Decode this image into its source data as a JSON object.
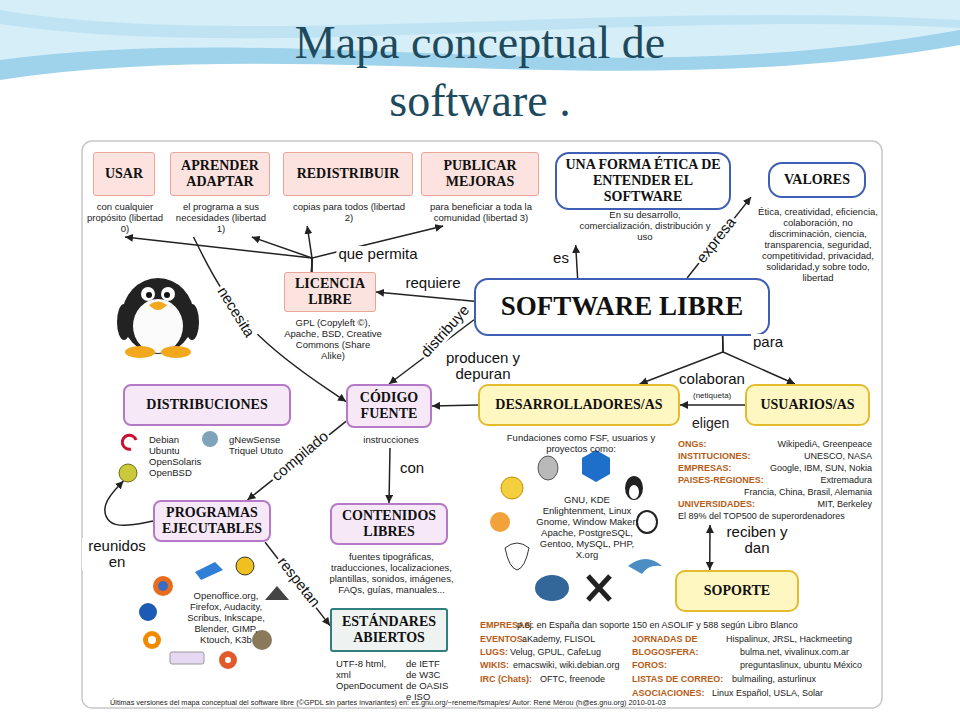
{
  "diagram": {
    "title": "Mapa conceptual de software .",
    "nodes": [
      {
        "text": [
          "USAR",
          "con cualquier propósito (libertad 0)"
        ]
      },
      {
        "text": [
          "APRENDER ADAPTAR",
          "el programa a sus necesidades (libertad 1)"
        ]
      },
      {
        "text": [
          "REDISTRIBUIR",
          "copias para todos (libertad 2)"
        ]
      },
      {
        "text": [
          "PUBLICAR MEJORAS",
          "para beneficiar a toda la comunidad (libertad 3)"
        ]
      },
      {
        "text": [
          "UNA FORMA ÉTICA DE ENTENDER EL SOFTWARE",
          "En su desarrollo, comercialización, distribución y uso"
        ]
      },
      {
        "text": [
          "VALORES",
          "Ética, creatividad, eficiencia, colaboración, no discriminación, ciencia, transparencia, seguridad, competitividad, privacidad, solidaridad,y sobre todo, libertad"
        ]
      },
      {
        "text": [
          "LICENCIA LIBRE",
          "GPL (Copyleft ©), Apache, BSD, Creative Commons (Share Alike)"
        ]
      },
      {
        "text": [
          "SOFTWARE LIBRE"
        ]
      },
      {
        "text": [
          "DISTRIBUCIONES",
          "Debian Ubuntu OpenSolaris OpenBSD",
          "gNewSense Triquel Ututo"
        ]
      },
      {
        "text": [
          "CÓDIGO FUENTE",
          "instrucciones"
        ]
      },
      {
        "text": [
          "DESARROLLADORES/AS",
          "Fundaciones como FSF, usuarios y proyectos como:",
          "GNU, KDE Enlightenment, Linux Gnome, Window Maker, Apache, PostgreSQL, Gentoo, MySQL, PHP, X.org"
        ]
      },
      {
        "text": [
          "USUARIOS/AS",
          "ONGs:",
          "WikipediA, Greenpeace",
          "INSTITUCIONES:",
          "UNESCO, NASA",
          "EMPRESAS:",
          "Google, IBM, SUN, Nokia",
          "PAISES-REGIONES:",
          "Extremadura",
          "Francia, China, Brasil, Alemania",
          "UNIVERSIDADES:",
          "MIT, Berkeley",
          "El 89% del TOP500 de superordenadores"
        ]
      },
      {
        "text": [
          "PROGRAMAS EJECUTABLES",
          "Openoffice.org, Firefox, Audacity, Scribus, Inkscape, Blender, GIMP, Ktouch, K3b"
        ]
      },
      {
        "text": [
          "CONTENIDOS LIBRES",
          "fuentes tipográficas, traducciones, localizaciones, plantillas, sonidos, imágenes, FAQs, guías, manuales..."
        ]
      },
      {
        "text": [
          "SOPORTE"
        ]
      },
      {
        "text": [
          "ESTÁNDARES ABIERTOS",
          "UTF-8 html, xml OpenDocument",
          "de IETF de W3C de OASIS e ISO"
        ]
      }
    ],
    "edges": [
      {
        "from": 7,
        "to": 4,
        "label": "es",
        "arrow": "to"
      },
      {
        "from": 7,
        "to": 5,
        "label": "expresa",
        "arrow": "to"
      },
      {
        "from": 7,
        "to": 6,
        "label": "requiere",
        "arrow": "to"
      },
      {
        "from": 6,
        "to": 0,
        "arrow": "to"
      },
      {
        "from": 6,
        "to": 1,
        "arrow": "to"
      },
      {
        "from": 6,
        "to": 2,
        "arrow": "to"
      },
      {
        "from": 6,
        "to": 3,
        "label": "que permita",
        "arrow": "to"
      },
      {
        "from": 7,
        "to": 9,
        "label": "distribuye",
        "arrow": "to"
      },
      {
        "from": 1,
        "to": 9,
        "label": "necesita",
        "arrow": "to"
      },
      {
        "from": 10,
        "to": 9,
        "label": "producen y depuran",
        "arrow": "to"
      },
      {
        "from": 7,
        "to": 10,
        "arrow": "to"
      },
      {
        "from": 7,
        "to": 11,
        "label": "para",
        "arrow": "to"
      },
      {
        "from": 11,
        "to": 10,
        "label": "colaboran",
        "arrow": "to"
      },
      {
        "from": 9,
        "to": 12,
        "label": "compilado",
        "arrow": "to"
      },
      {
        "from": 9,
        "to": 13,
        "label": "con",
        "arrow": "to"
      },
      {
        "from": 12,
        "to": 15,
        "label": "respetan",
        "arrow": "to"
      },
      {
        "from": 12,
        "to": 8,
        "label": "reunidos en",
        "arrow": "to"
      },
      {
        "from": 11,
        "to": 14,
        "label": "reciben y dan",
        "arrow": "both"
      }
    ],
    "labels": [
      "(netiqueta)",
      "eligen",
      "EMPRESAS:",
      "p.ej. en España dan soporte 150 en ASOLIF y 588 según Libro Blanco",
      "EVENTOS:",
      "aKademy, FLISOL",
      "JORNADAS DE",
      "Hispalinux, JRSL, Hackmeeting",
      "LUGS:",
      "Velug, GPUL, CafeLug",
      "BLOGOSFERA:",
      "bulma.net, vivalinux.com.ar",
      "WIKIS:",
      "emacswiki, wiki.debian.org",
      "FOROS:",
      "preguntaslinux, ubuntu México",
      "IRC (Chats):",
      "OFTC, freenode",
      "LISTAS DE CORREO:",
      "bulmailing, asturlinux",
      "ASOCIACIONES:",
      "Linux Español, USLA, Solar",
      "Últimas versiones del mapa conceptual del software libre (©GPDL sin partes invariantes) en: es.gnu.org/~reneme/fsmap/es/ Autor: René Mérou (h@es.gnu.org) 2010-01-03"
    ]
  }
}
